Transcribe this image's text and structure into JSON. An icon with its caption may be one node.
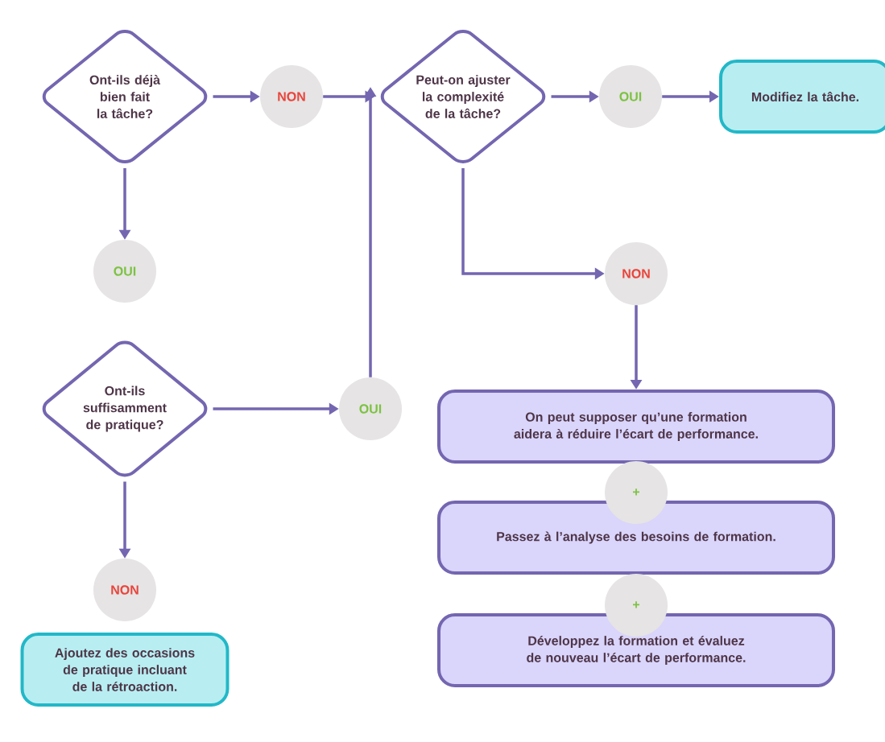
{
  "diagram": {
    "nodes": [
      {
        "text": [
          "Ont-ils déjà bien fait la tâche?"
        ]
      },
      {
        "text": [
          "NON"
        ]
      },
      {
        "text": [
          "Peut-on ajuster la complexité de la tâche?"
        ]
      },
      {
        "text": [
          "OUI"
        ]
      },
      {
        "text": [
          "Modifiez la tâche."
        ]
      },
      {
        "text": [
          "OUI"
        ]
      },
      {
        "text": [
          "NON"
        ]
      },
      {
        "text": [
          "Ont-ils suffisamment de pratique?"
        ]
      },
      {
        "text": [
          "OUI"
        ]
      },
      {
        "text": [
          "On peut supposer qu’une formation aidera à réduire l’écart de performance."
        ]
      },
      {
        "text": [
          "+"
        ]
      },
      {
        "text": [
          "Passez à l’analyse des besoins de formation."
        ]
      },
      {
        "text": [
          "+"
        ]
      },
      {
        "text": [
          "Développez la formation et évaluez de nouveau l’écart de performance."
        ]
      },
      {
        "text": [
          "NON"
        ]
      },
      {
        "text": [
          "Ajoutez des occasions de pratique incluant de la rétroaction."
        ]
      }
    ],
    "edges": [
      {
        "from": 0,
        "to": 1,
        "arrow": "to"
      },
      {
        "from": 1,
        "to": 2,
        "arrow": "to"
      },
      {
        "from": 2,
        "to": 3,
        "arrow": "to"
      },
      {
        "from": 3,
        "to": 4,
        "arrow": "to"
      },
      {
        "from": 0,
        "to": 5,
        "arrow": "to"
      },
      {
        "from": 2,
        "to": 6,
        "arrow": "to"
      },
      {
        "from": 6,
        "to": 9,
        "arrow": "to"
      },
      {
        "from": 7,
        "to": 8,
        "arrow": "to"
      },
      {
        "from": 8,
        "to": 2,
        "arrow": "to"
      },
      {
        "from": 7,
        "to": 14,
        "arrow": "to"
      }
    ]
  }
}
